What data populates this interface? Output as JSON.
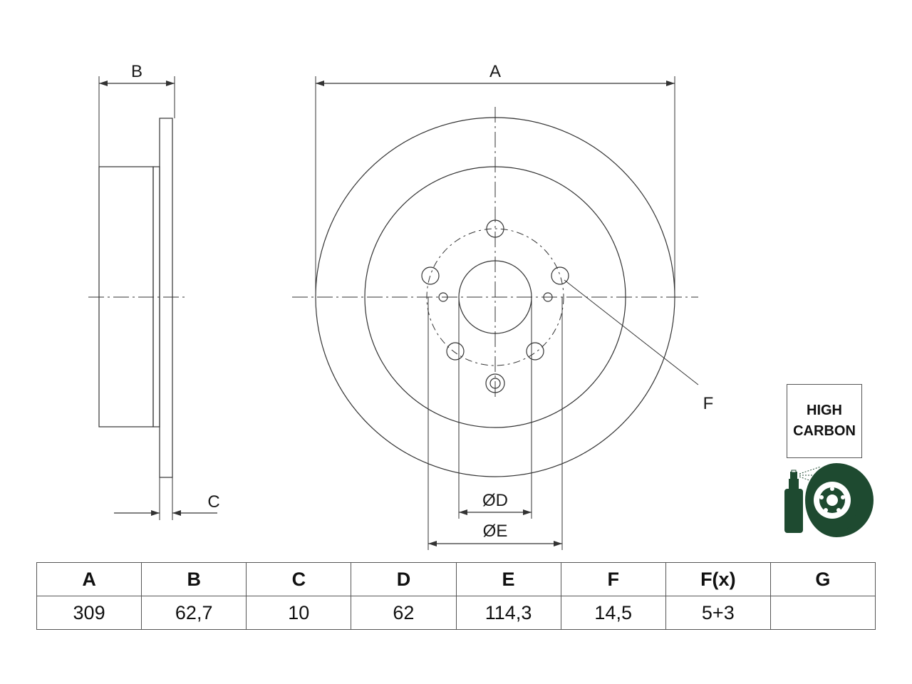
{
  "drawing": {
    "labels": {
      "a": "A",
      "b": "B",
      "c": "C",
      "f": "F",
      "d": "ØD",
      "e": "ØE"
    }
  },
  "badge": {
    "line1": "HIGH",
    "line2": "CARBON"
  },
  "icons": {
    "coating": "spray-coated-disc-icon"
  },
  "specs": {
    "headers": [
      "A",
      "B",
      "C",
      "D",
      "E",
      "F",
      "F(x)",
      "G"
    ],
    "values": [
      "309",
      "62,7",
      "10",
      "62",
      "114,3",
      "14,5",
      "5+3",
      ""
    ]
  },
  "colors": {
    "line": "#333333",
    "coating_icon": "#1e4a30"
  }
}
